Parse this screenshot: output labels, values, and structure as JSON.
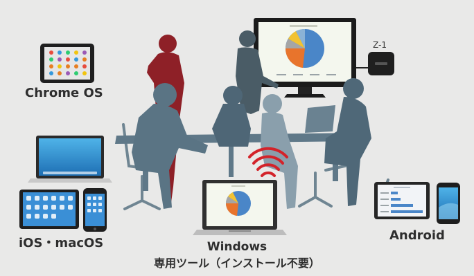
{
  "labels": {
    "chrome_os": "Chrome OS",
    "ios_macos": "iOS・macOS",
    "android": "Android",
    "windows": "Windows",
    "windows_tool": "専用ツール（インストール不要）",
    "z1": "Z-1"
  },
  "colors": {
    "background": "#e9e9e8",
    "silhouette": "#5a7484",
    "presenter_red": "#8e2027",
    "presenter_dark": "#4a5c66",
    "signal_red": "#d3232a",
    "pie_blue": "#4a86c8",
    "pie_orange": "#e8742c",
    "pie_gray": "#a5a5a5",
    "pie_yellow": "#f1c232"
  },
  "icons": {
    "tablet": "chromeos-tablet-icon",
    "wifi": "wireless-signal-icon",
    "receiver": "z1-receiver-icon"
  }
}
